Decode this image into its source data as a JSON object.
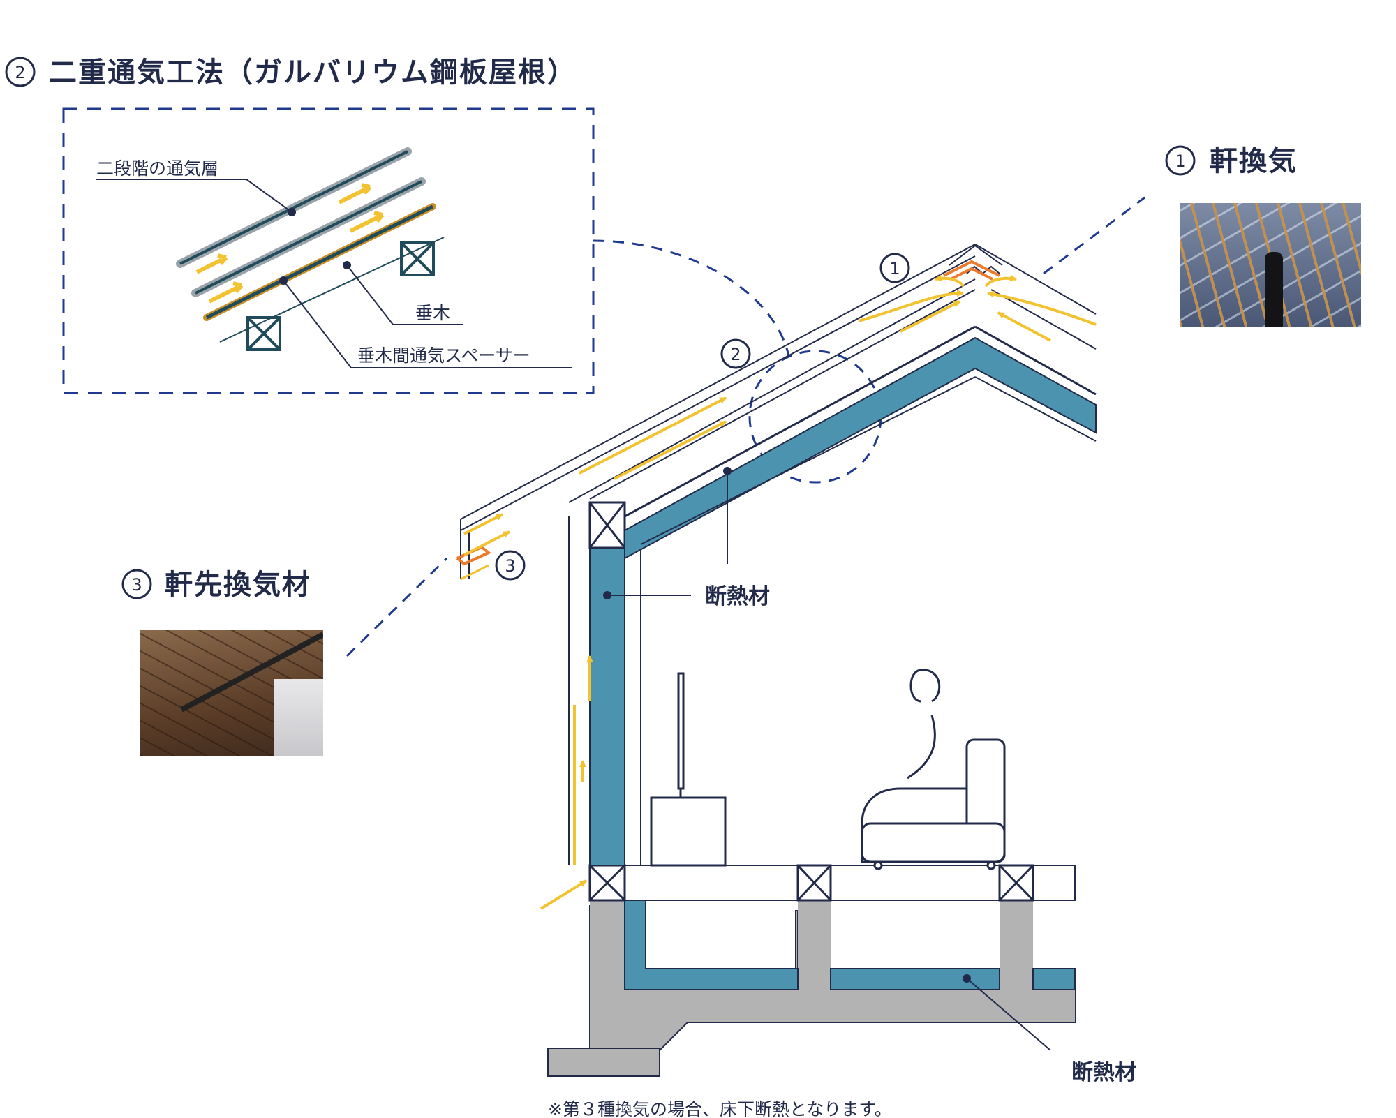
{
  "heading": {
    "number": "2",
    "title": "二重通気工法（ガルバリウム鋼板屋根）"
  },
  "inset": {
    "label_layers": "二段階の通気層",
    "label_rafter": "垂木",
    "label_spacer": "垂木間通気スペーサー"
  },
  "callouts": {
    "one": {
      "number": "1",
      "title": "軒換気"
    },
    "three": {
      "number": "3",
      "title": "軒先換気材"
    },
    "marker_one": "1",
    "marker_two": "2",
    "marker_three": "3"
  },
  "labels": {
    "insulation_wall": "断熱材",
    "insulation_floor": "断熱材"
  },
  "footnote": "※第３種換気の場合、床下断熱となります。",
  "colors": {
    "navy": "#222a4a",
    "insulation": "#4b93ae",
    "airflow": "#f2c230",
    "vent": "#ec7a2a",
    "concrete": "#b3b3b3",
    "dashed": "#1f3a8f"
  },
  "icons": [
    "rafter-cross-icon",
    "person-sitting-icon",
    "tv-icon",
    "sofa-icon"
  ]
}
